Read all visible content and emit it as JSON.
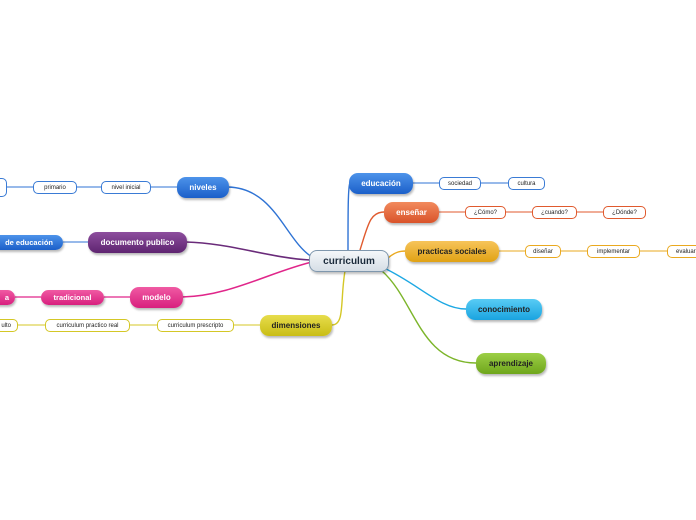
{
  "center": {
    "label": "curriculum"
  },
  "branches": {
    "niveles": {
      "label": "niveles",
      "color": "#1e63cf",
      "children": {
        "nivel_inicial": "nivel inicial",
        "primario": "primario"
      }
    },
    "documento_publico": {
      "label": "documento publico",
      "color": "#6a2b7a",
      "children": {
        "de_educacion": "de educación"
      }
    },
    "modelo": {
      "label": "modelo",
      "color": "#e0268a",
      "children": {
        "tradicional": "tradicional",
        "partial": "a"
      }
    },
    "dimensiones": {
      "label": "dimensiones",
      "color": "#d4c726",
      "children": {
        "curriculum_prescripto": "curriculum prescripto",
        "curriculum_practico_real": "curriculum  practico real",
        "partial": "ulto"
      }
    },
    "educacion": {
      "label": "educación",
      "color": "#1e63cf",
      "children": {
        "sociedad": "sociedad",
        "cultura": "cultura"
      }
    },
    "ensenar": {
      "label": "enseñar",
      "color": "#e05a2e",
      "children": {
        "como": "¿Cómo?",
        "cuando": "¿cuando?",
        "donde": "¿Dónde?"
      }
    },
    "practicas_sociales": {
      "label": "practicas sociales",
      "color": "#eaa91f",
      "children": {
        "disenar": "diseñar",
        "implementar": "implementar",
        "evaluar": "evaluar"
      }
    },
    "conocimiento": {
      "label": "conocimiento",
      "color": "#1da8e3"
    },
    "aprendizaje": {
      "label": "aprendizaje",
      "color": "#7cb52a"
    }
  }
}
